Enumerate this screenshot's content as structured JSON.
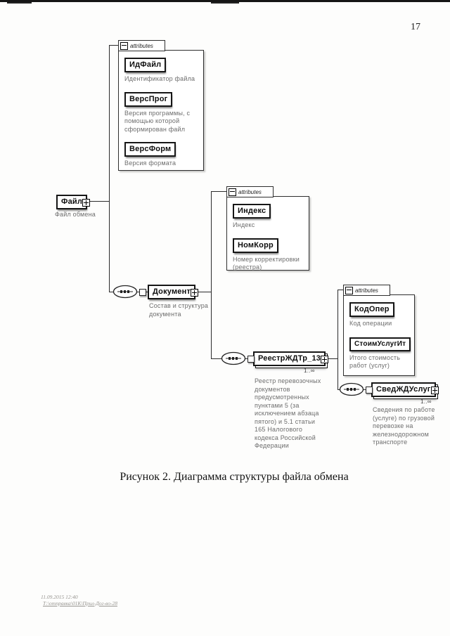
{
  "page": {
    "number": "17",
    "caption": "Рисунок 2. Диаграмма структуры файла обмена",
    "footer_line1": "11.09.2015 12:40",
    "footer_line2": "Т:\\отправка\\01К\\Прил-Дог-во-28"
  },
  "diagram": {
    "file_element": {
      "name": "Файл",
      "desc": "Файл обмена"
    },
    "file_attributes": {
      "header": "attributes",
      "items": [
        {
          "name": "ИдФайл",
          "desc": "Идентификатор файла"
        },
        {
          "name": "ВерсПрог",
          "desc": "Версия программы, с помощью которой сформирован файл"
        },
        {
          "name": "ВерсФорм",
          "desc": "Версия формата"
        }
      ]
    },
    "document_element": {
      "name": "Документ",
      "desc": "Состав и структура документа"
    },
    "document_attributes": {
      "header": "attributes",
      "items": [
        {
          "name": "Индекс",
          "desc": "Индекс"
        },
        {
          "name": "НомКорр",
          "desc": "Номер корректировки (реестра)"
        }
      ]
    },
    "registry_element": {
      "name": "РеестрЖДТр_13",
      "cardinality": "1..∞",
      "desc": "Реестр перевозочных документов предусмотренных пунктами 5 (за исключением абзаца пятого) и 5.1 статьи 165 Налогового кодекса Российской Федерации"
    },
    "registry_attributes": {
      "header": "attributes",
      "items": [
        {
          "name": "КодОпер",
          "desc": "Код операции"
        },
        {
          "name": "СтоимУслугИт",
          "desc": "Итого стоимость работ (услуг)"
        }
      ]
    },
    "services_element": {
      "name": "СведЖДУслуг",
      "cardinality": "1..∞",
      "desc": "Сведения по работе (услуге) по грузовой перевозке на железнодорожном транспорте"
    }
  }
}
